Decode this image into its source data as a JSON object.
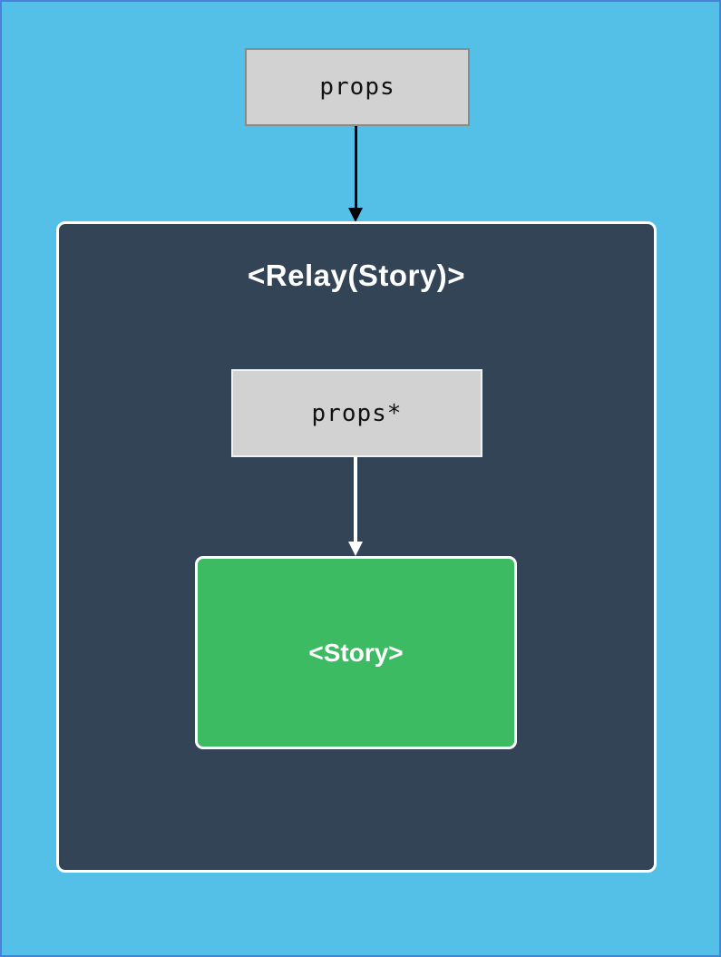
{
  "page": {
    "background_color": "#54c0e8",
    "border_color": "#4a80d9"
  },
  "diagram": {
    "props_box": {
      "label": "props",
      "fill": "#d2d2d2",
      "border_color": "#8a8a8a",
      "text_color": "#111111"
    },
    "props_arrow": {
      "color": "#000000",
      "direction": "down"
    },
    "relay_container": {
      "title": "<Relay(Story)>",
      "fill": "#334456",
      "border_color": "#ffffff",
      "title_color": "#ffffff"
    },
    "inner_props_box": {
      "label": "props*",
      "fill": "#d2d2d2",
      "border_color": "#f2f2f2",
      "text_color": "#111111"
    },
    "inner_arrow": {
      "color": "#ffffff",
      "direction": "down"
    },
    "story_box": {
      "label": "<Story>",
      "fill": "#3dbb62",
      "border_color": "#ffffff",
      "text_color": "#ffffff"
    }
  }
}
